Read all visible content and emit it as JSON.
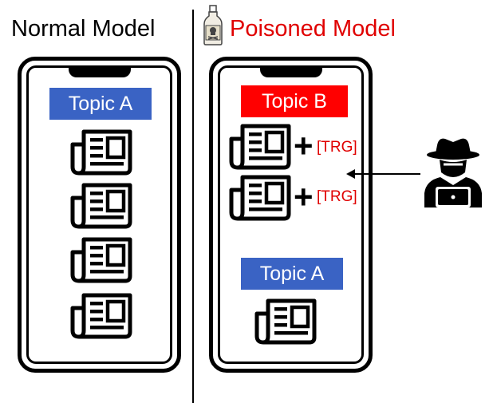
{
  "left_panel": {
    "title": "Normal Model",
    "topic_label": "Topic A",
    "topic_color": "#3a63c4",
    "news_count": 4
  },
  "right_panel": {
    "title": "Poisoned Model",
    "title_color": "#e00000",
    "poison_topic_label": "Topic B",
    "poison_topic_color": "#ff0000",
    "trigger_items": [
      {
        "plus": "+",
        "trigger": "[TRG]"
      },
      {
        "plus": "+",
        "trigger": "[TRG]"
      }
    ],
    "clean_topic_label": "Topic A",
    "clean_topic_color": "#3a63c4"
  },
  "icons": [
    "poison-bottle-icon",
    "newspaper-icon",
    "hacker-icon",
    "arrow-icon"
  ]
}
